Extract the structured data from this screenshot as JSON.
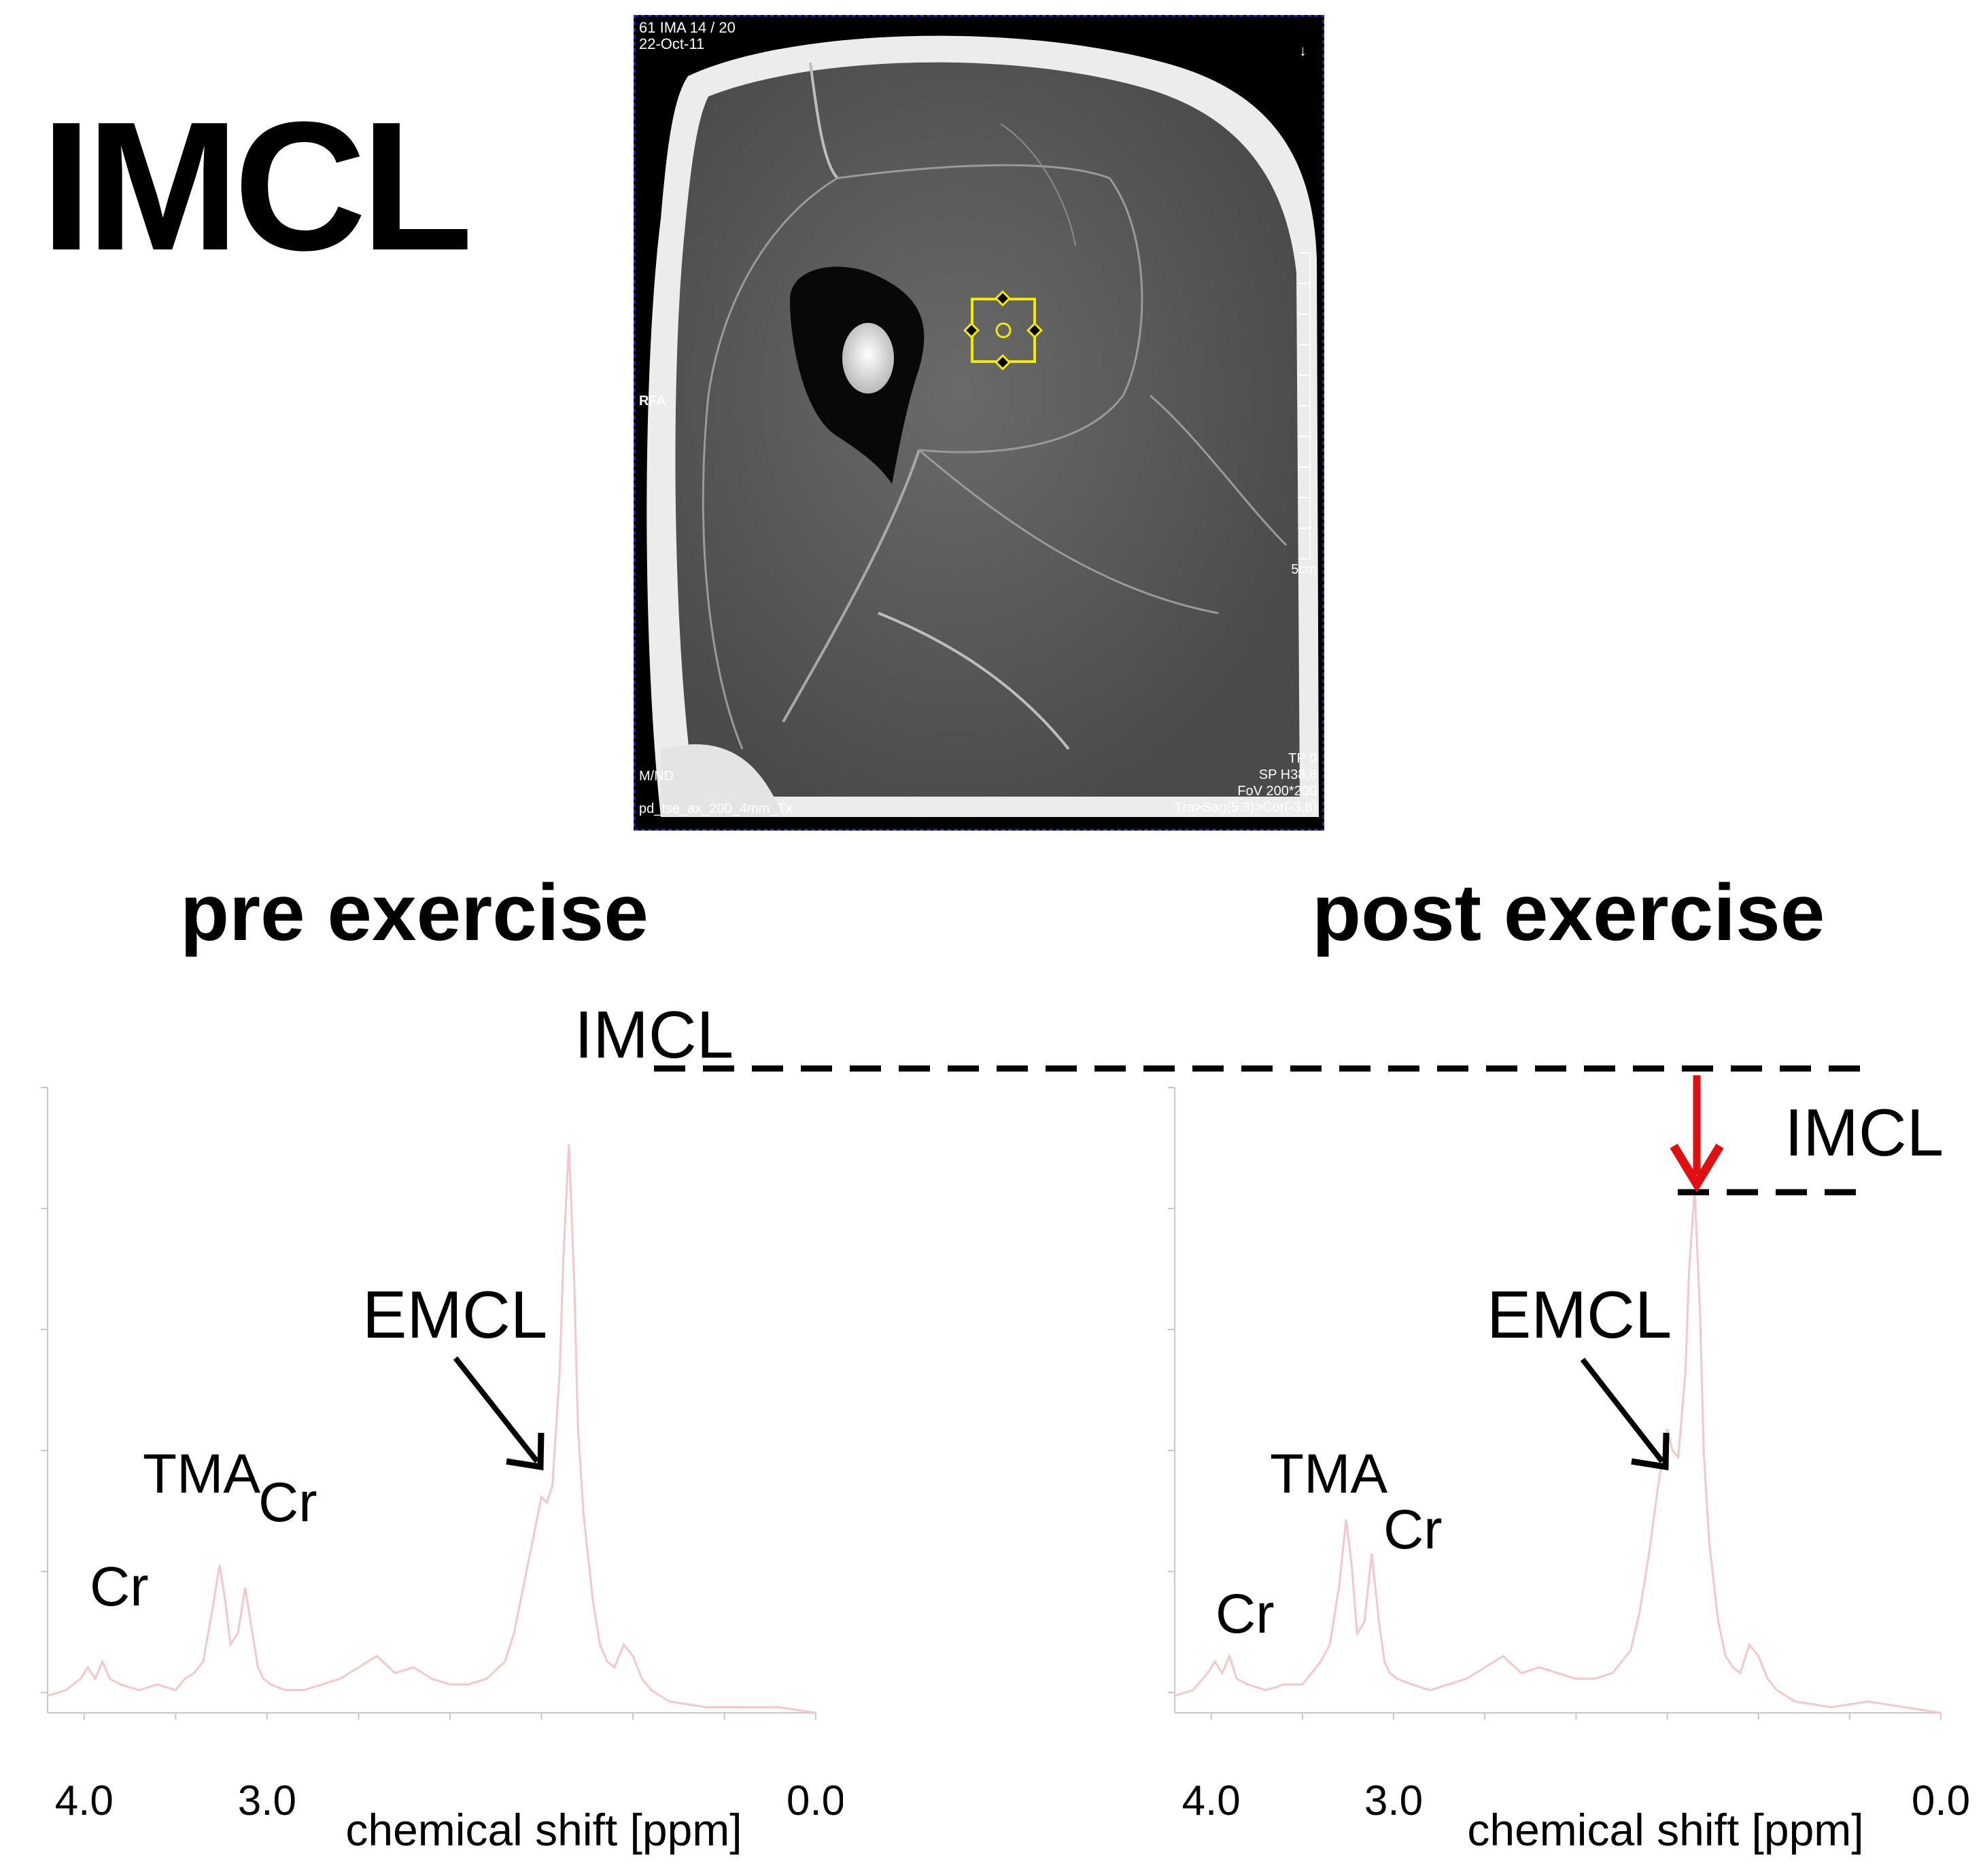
{
  "page": {
    "title": "IMCL"
  },
  "mri": {
    "top_left_line1": "61 IMA 14 / 20",
    "top_left_line2": "22-Oct-11",
    "side_label": "RFA",
    "scale_label": "5cm",
    "bottom_left_line1": "M/ND",
    "bottom_left_line2": "pd_tse_ax_200_4mm_Tx",
    "bottom_right_line1": "TP 0",
    "bottom_right_line2": "SP H38.8",
    "bottom_right_line3": "FoV 200*200",
    "bottom_right_line4": "Tra>Sag(5.3)>Cor(-3.8)",
    "voxel_color": "#f2ea00"
  },
  "labels": {
    "pre_title": "pre exercise",
    "post_title": "post exercise",
    "imcl_pre": "IMCL",
    "imcl_post": "IMCL",
    "emcl_pre": "EMCL",
    "emcl_post": "EMCL",
    "tma_pre": "TMA",
    "tma_post": "TMA",
    "cr_high_pre": "Cr",
    "cr_low_pre": "Cr",
    "cr_high_post": "Cr",
    "cr_low_post": "Cr",
    "arrow_color": "#e01010"
  },
  "chart_data": [
    {
      "type": "line",
      "name_label": "pre exercise",
      "xlabel": "chemical shift [ppm]",
      "xlim": [
        4.2,
        0.0
      ],
      "xtick_labels": [
        "4.0",
        "3.0",
        "0.0"
      ],
      "xtick_values": [
        4.0,
        3.0,
        0.0
      ],
      "ylim": [
        0,
        1.1
      ],
      "line_color": "#f4c8c8",
      "x": [
        4.2,
        4.1,
        4.02,
        3.98,
        3.94,
        3.9,
        3.86,
        3.8,
        3.7,
        3.6,
        3.5,
        3.45,
        3.4,
        3.35,
        3.3,
        3.26,
        3.23,
        3.2,
        3.16,
        3.12,
        3.08,
        3.05,
        3.02,
        2.98,
        2.9,
        2.8,
        2.6,
        2.4,
        2.3,
        2.2,
        2.1,
        2.0,
        1.9,
        1.8,
        1.7,
        1.65,
        1.6,
        1.55,
        1.5,
        1.47,
        1.44,
        1.4,
        1.38,
        1.35,
        1.32,
        1.3,
        1.27,
        1.22,
        1.18,
        1.14,
        1.1,
        1.05,
        1.0,
        0.95,
        0.9,
        0.85,
        0.8,
        0.6,
        0.4,
        0.2,
        0.0
      ],
      "y": [
        0.03,
        0.04,
        0.06,
        0.08,
        0.06,
        0.09,
        0.06,
        0.05,
        0.04,
        0.05,
        0.04,
        0.06,
        0.07,
        0.09,
        0.18,
        0.26,
        0.2,
        0.12,
        0.14,
        0.22,
        0.14,
        0.08,
        0.06,
        0.05,
        0.04,
        0.04,
        0.06,
        0.1,
        0.07,
        0.08,
        0.06,
        0.05,
        0.05,
        0.06,
        0.09,
        0.14,
        0.22,
        0.3,
        0.38,
        0.37,
        0.4,
        0.6,
        0.8,
        1.0,
        0.75,
        0.5,
        0.35,
        0.2,
        0.12,
        0.09,
        0.08,
        0.12,
        0.1,
        0.06,
        0.04,
        0.03,
        0.02,
        0.01,
        0.01,
        0.01,
        0.0
      ]
    },
    {
      "type": "line",
      "name_label": "post exercise",
      "xlabel": "chemical shift [ppm]",
      "xlim": [
        4.2,
        0.0
      ],
      "xtick_labels": [
        "4.0",
        "3.0",
        "0.0"
      ],
      "xtick_values": [
        4.0,
        3.0,
        0.0
      ],
      "ylim": [
        0,
        1.1
      ],
      "line_color": "#f4c8c8",
      "x": [
        4.2,
        4.1,
        4.02,
        3.98,
        3.94,
        3.9,
        3.86,
        3.8,
        3.7,
        3.6,
        3.5,
        3.45,
        3.4,
        3.35,
        3.3,
        3.26,
        3.23,
        3.2,
        3.16,
        3.12,
        3.08,
        3.05,
        3.02,
        2.98,
        2.9,
        2.8,
        2.6,
        2.4,
        2.3,
        2.2,
        2.1,
        2.0,
        1.9,
        1.8,
        1.7,
        1.65,
        1.6,
        1.55,
        1.5,
        1.47,
        1.44,
        1.4,
        1.38,
        1.35,
        1.32,
        1.3,
        1.27,
        1.22,
        1.18,
        1.14,
        1.1,
        1.05,
        1.0,
        0.95,
        0.9,
        0.85,
        0.8,
        0.6,
        0.4,
        0.2,
        0.0
      ],
      "y": [
        0.03,
        0.04,
        0.07,
        0.09,
        0.07,
        0.1,
        0.06,
        0.05,
        0.04,
        0.05,
        0.05,
        0.07,
        0.09,
        0.12,
        0.22,
        0.34,
        0.26,
        0.14,
        0.16,
        0.28,
        0.16,
        0.09,
        0.07,
        0.06,
        0.05,
        0.04,
        0.06,
        0.1,
        0.07,
        0.08,
        0.07,
        0.06,
        0.06,
        0.07,
        0.11,
        0.18,
        0.28,
        0.4,
        0.5,
        0.46,
        0.45,
        0.6,
        0.78,
        0.92,
        0.7,
        0.46,
        0.3,
        0.16,
        0.1,
        0.08,
        0.07,
        0.12,
        0.1,
        0.06,
        0.04,
        0.03,
        0.02,
        0.01,
        0.02,
        0.01,
        0.0
      ]
    }
  ]
}
